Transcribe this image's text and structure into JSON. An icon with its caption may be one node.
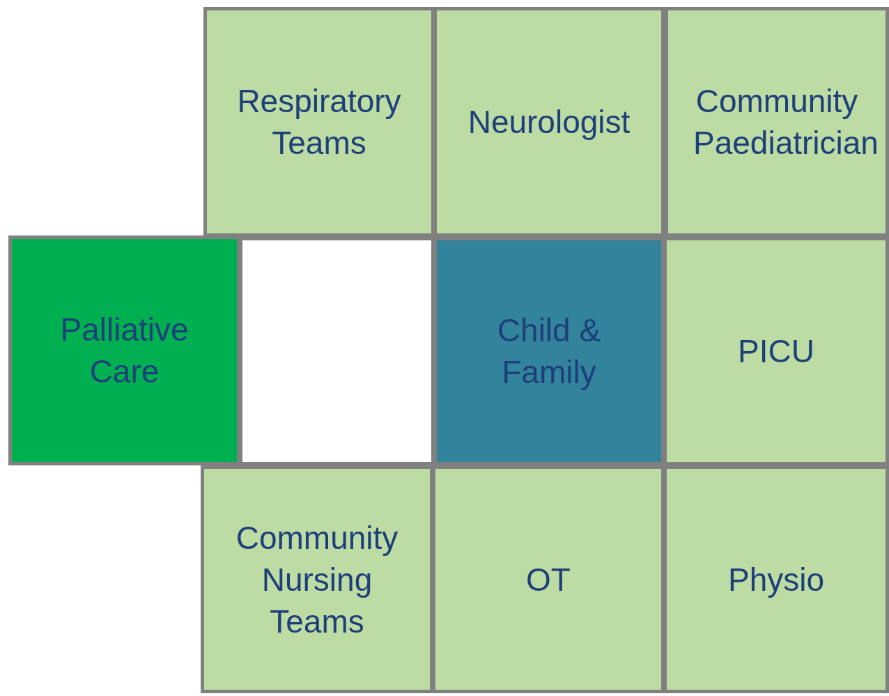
{
  "diagram": {
    "nodes": [
      {
        "text": [
          "Respiratory Teams"
        ]
      },
      {
        "text": [
          "Neurologist"
        ]
      },
      {
        "text": [
          "Community Paediatrician"
        ]
      },
      {
        "text": [
          "Palliative Care"
        ]
      },
      {
        "text": [],
        "shape": "box"
      },
      {
        "text": [
          "Child & Family"
        ]
      },
      {
        "text": [
          "PICU"
        ]
      },
      {
        "text": [
          "Community Nursing Teams"
        ]
      },
      {
        "text": [
          "OT"
        ]
      },
      {
        "text": [
          "Physio"
        ]
      }
    ],
    "edges": []
  }
}
